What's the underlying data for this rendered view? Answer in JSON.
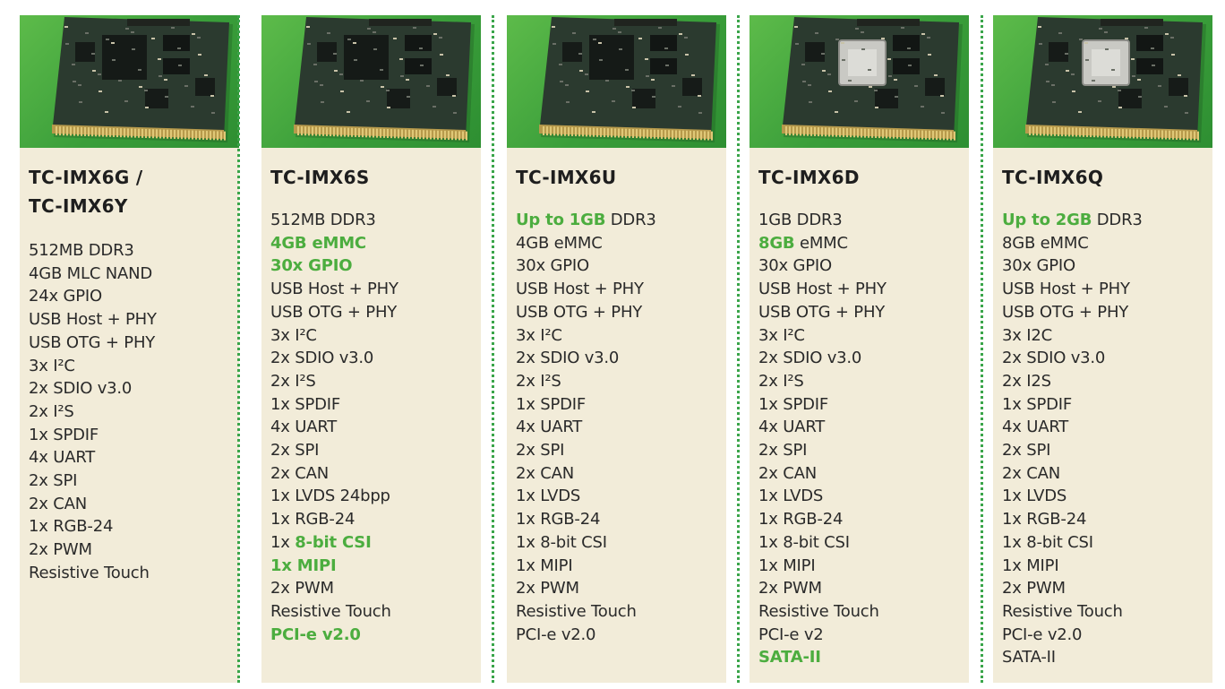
{
  "colors": {
    "accent_green": "#4cad3f",
    "panel_bg": "#f2ecd9",
    "photo_bg": "#3a9e3a",
    "divider": "#3aa54a"
  },
  "columns": [
    {
      "title_lines": [
        "TC-IMX6G /",
        "TC-IMX6Y"
      ],
      "specs": [
        [
          {
            "t": "512MB DDR3"
          }
        ],
        [
          {
            "t": "4GB MLC NAND"
          }
        ],
        [
          {
            "t": "24x GPIO"
          }
        ],
        [
          {
            "t": "USB Host + PHY"
          }
        ],
        [
          {
            "t": "USB OTG + PHY"
          }
        ],
        [
          {
            "t": "3x I²C"
          }
        ],
        [
          {
            "t": "2x SDIO v3.0"
          }
        ],
        [
          {
            "t": "2x I²S"
          }
        ],
        [
          {
            "t": "1x SPDIF"
          }
        ],
        [
          {
            "t": "4x UART"
          }
        ],
        [
          {
            "t": "2x SPI"
          }
        ],
        [
          {
            "t": "2x CAN"
          }
        ],
        [
          {
            "t": "1x RGB-24"
          }
        ],
        [
          {
            "t": "2x PWM"
          }
        ],
        [
          {
            "t": "Resistive Touch"
          }
        ]
      ]
    },
    {
      "title_lines": [
        "TC-IMX6S"
      ],
      "specs": [
        [
          {
            "t": "512MB DDR3"
          }
        ],
        [
          {
            "t": "4GB eMMC",
            "hl": true
          }
        ],
        [
          {
            "t": "30x GPIO",
            "hl": true
          }
        ],
        [
          {
            "t": "USB Host + PHY"
          }
        ],
        [
          {
            "t": "USB OTG + PHY"
          }
        ],
        [
          {
            "t": "3x I²C"
          }
        ],
        [
          {
            "t": "2x SDIO v3.0"
          }
        ],
        [
          {
            "t": "2x I²S"
          }
        ],
        [
          {
            "t": "1x SPDIF"
          }
        ],
        [
          {
            "t": "4x UART"
          }
        ],
        [
          {
            "t": "2x SPI"
          }
        ],
        [
          {
            "t": "2x CAN"
          }
        ],
        [
          {
            "t": "1x LVDS 24bpp"
          }
        ],
        [
          {
            "t": "1x RGB-24"
          }
        ],
        [
          {
            "t": "1x "
          },
          {
            "t": "8-bit CSI",
            "hl": true
          }
        ],
        [
          {
            "t": "1x MIPI",
            "hl": true
          }
        ],
        [
          {
            "t": "2x PWM"
          }
        ],
        [
          {
            "t": "Resistive Touch"
          }
        ],
        [
          {
            "t": "PCI-e v2.0",
            "hl": true
          }
        ]
      ]
    },
    {
      "title_lines": [
        "TC-IMX6U"
      ],
      "specs": [
        [
          {
            "t": "Up to 1GB",
            "hl": true
          },
          {
            "t": " DDR3"
          }
        ],
        [
          {
            "t": "4GB eMMC"
          }
        ],
        [
          {
            "t": "30x GPIO"
          }
        ],
        [
          {
            "t": "USB Host + PHY"
          }
        ],
        [
          {
            "t": "USB OTG + PHY"
          }
        ],
        [
          {
            "t": "3x I²C"
          }
        ],
        [
          {
            "t": "2x SDIO v3.0"
          }
        ],
        [
          {
            "t": "2x I²S"
          }
        ],
        [
          {
            "t": "1x SPDIF"
          }
        ],
        [
          {
            "t": "4x UART"
          }
        ],
        [
          {
            "t": "2x SPI"
          }
        ],
        [
          {
            "t": "2x CAN"
          }
        ],
        [
          {
            "t": "1x LVDS"
          }
        ],
        [
          {
            "t": "1x RGB-24"
          }
        ],
        [
          {
            "t": "1x 8-bit CSI"
          }
        ],
        [
          {
            "t": "1x MIPI"
          }
        ],
        [
          {
            "t": "2x PWM"
          }
        ],
        [
          {
            "t": "Resistive Touch"
          }
        ],
        [
          {
            "t": "PCI-e v2.0"
          }
        ]
      ]
    },
    {
      "title_lines": [
        "TC-IMX6D"
      ],
      "specs": [
        [
          {
            "t": "1GB DDR3"
          }
        ],
        [
          {
            "t": "8GB",
            "hl": true
          },
          {
            "t": " eMMC"
          }
        ],
        [
          {
            "t": "30x GPIO"
          }
        ],
        [
          {
            "t": "USB Host + PHY"
          }
        ],
        [
          {
            "t": "USB OTG + PHY"
          }
        ],
        [
          {
            "t": "3x I²C"
          }
        ],
        [
          {
            "t": "2x SDIO v3.0"
          }
        ],
        [
          {
            "t": "2x I²S"
          }
        ],
        [
          {
            "t": "1x SPDIF"
          }
        ],
        [
          {
            "t": "4x UART"
          }
        ],
        [
          {
            "t": "2x SPI"
          }
        ],
        [
          {
            "t": "2x CAN"
          }
        ],
        [
          {
            "t": "1x LVDS"
          }
        ],
        [
          {
            "t": "1x RGB-24"
          }
        ],
        [
          {
            "t": "1x 8-bit CSI"
          }
        ],
        [
          {
            "t": "1x MIPI"
          }
        ],
        [
          {
            "t": "2x PWM"
          }
        ],
        [
          {
            "t": "Resistive Touch"
          }
        ],
        [
          {
            "t": "PCI-e v2"
          }
        ],
        [
          {
            "t": "SATA-II",
            "hl": true
          }
        ]
      ]
    },
    {
      "title_lines": [
        "TC-IMX6Q"
      ],
      "specs": [
        [
          {
            "t": "Up to 2GB",
            "hl": true
          },
          {
            "t": " DDR3"
          }
        ],
        [
          {
            "t": "8GB eMMC"
          }
        ],
        [
          {
            "t": "30x GPIO"
          }
        ],
        [
          {
            "t": "USB Host + PHY"
          }
        ],
        [
          {
            "t": "USB OTG + PHY"
          }
        ],
        [
          {
            "t": "3x I2C"
          }
        ],
        [
          {
            "t": "2x SDIO v3.0"
          }
        ],
        [
          {
            "t": "2x I2S"
          }
        ],
        [
          {
            "t": "1x SPDIF"
          }
        ],
        [
          {
            "t": "4x UART"
          }
        ],
        [
          {
            "t": "2x SPI"
          }
        ],
        [
          {
            "t": "2x CAN"
          }
        ],
        [
          {
            "t": "1x LVDS"
          }
        ],
        [
          {
            "t": "1x RGB-24"
          }
        ],
        [
          {
            "t": "1x 8-bit CSI"
          }
        ],
        [
          {
            "t": "1x MIPI"
          }
        ],
        [
          {
            "t": "2x PWM"
          }
        ],
        [
          {
            "t": "Resistive Touch"
          }
        ],
        [
          {
            "t": "PCI-e v2.0"
          }
        ],
        [
          {
            "t": "SATA-II"
          }
        ]
      ]
    }
  ]
}
